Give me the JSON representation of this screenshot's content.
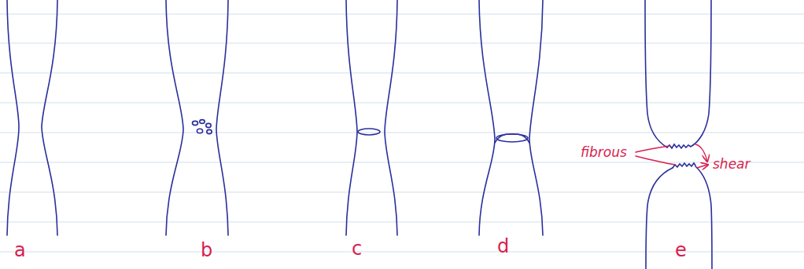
{
  "diagram": {
    "labels": [
      "a",
      "b",
      "c",
      "d",
      "e",
      "fibrous",
      "shear"
    ]
  }
}
